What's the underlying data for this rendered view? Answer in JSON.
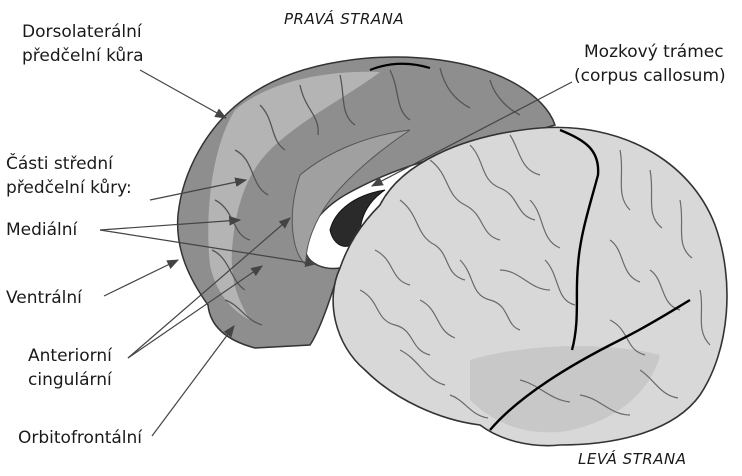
{
  "sides": {
    "right": "PRAVÁ STRANA",
    "left": "LEVÁ STRANA"
  },
  "labels": {
    "dlpfc_line1": "Dorsolaterální",
    "dlpfc_line2": "předčelní kůra",
    "corpus_line1": "Mozkový trámec",
    "corpus_line2": "(corpus callosum)",
    "mpfc_line1": "Části střední",
    "mpfc_line2": "předčelní kůry:",
    "medial": "Mediální",
    "ventral": "Ventrální",
    "acc_line1": "Anteriorní",
    "acc_line2": "cingulární",
    "ofc": "Orbitofrontální"
  },
  "colors": {
    "right_hemisphere": "#8e8e8e",
    "left_hemisphere": "#d8d8d8",
    "sulcus": "#555555",
    "corpus_callosum": "#2a2a2a",
    "text": "#1a1a1a"
  }
}
